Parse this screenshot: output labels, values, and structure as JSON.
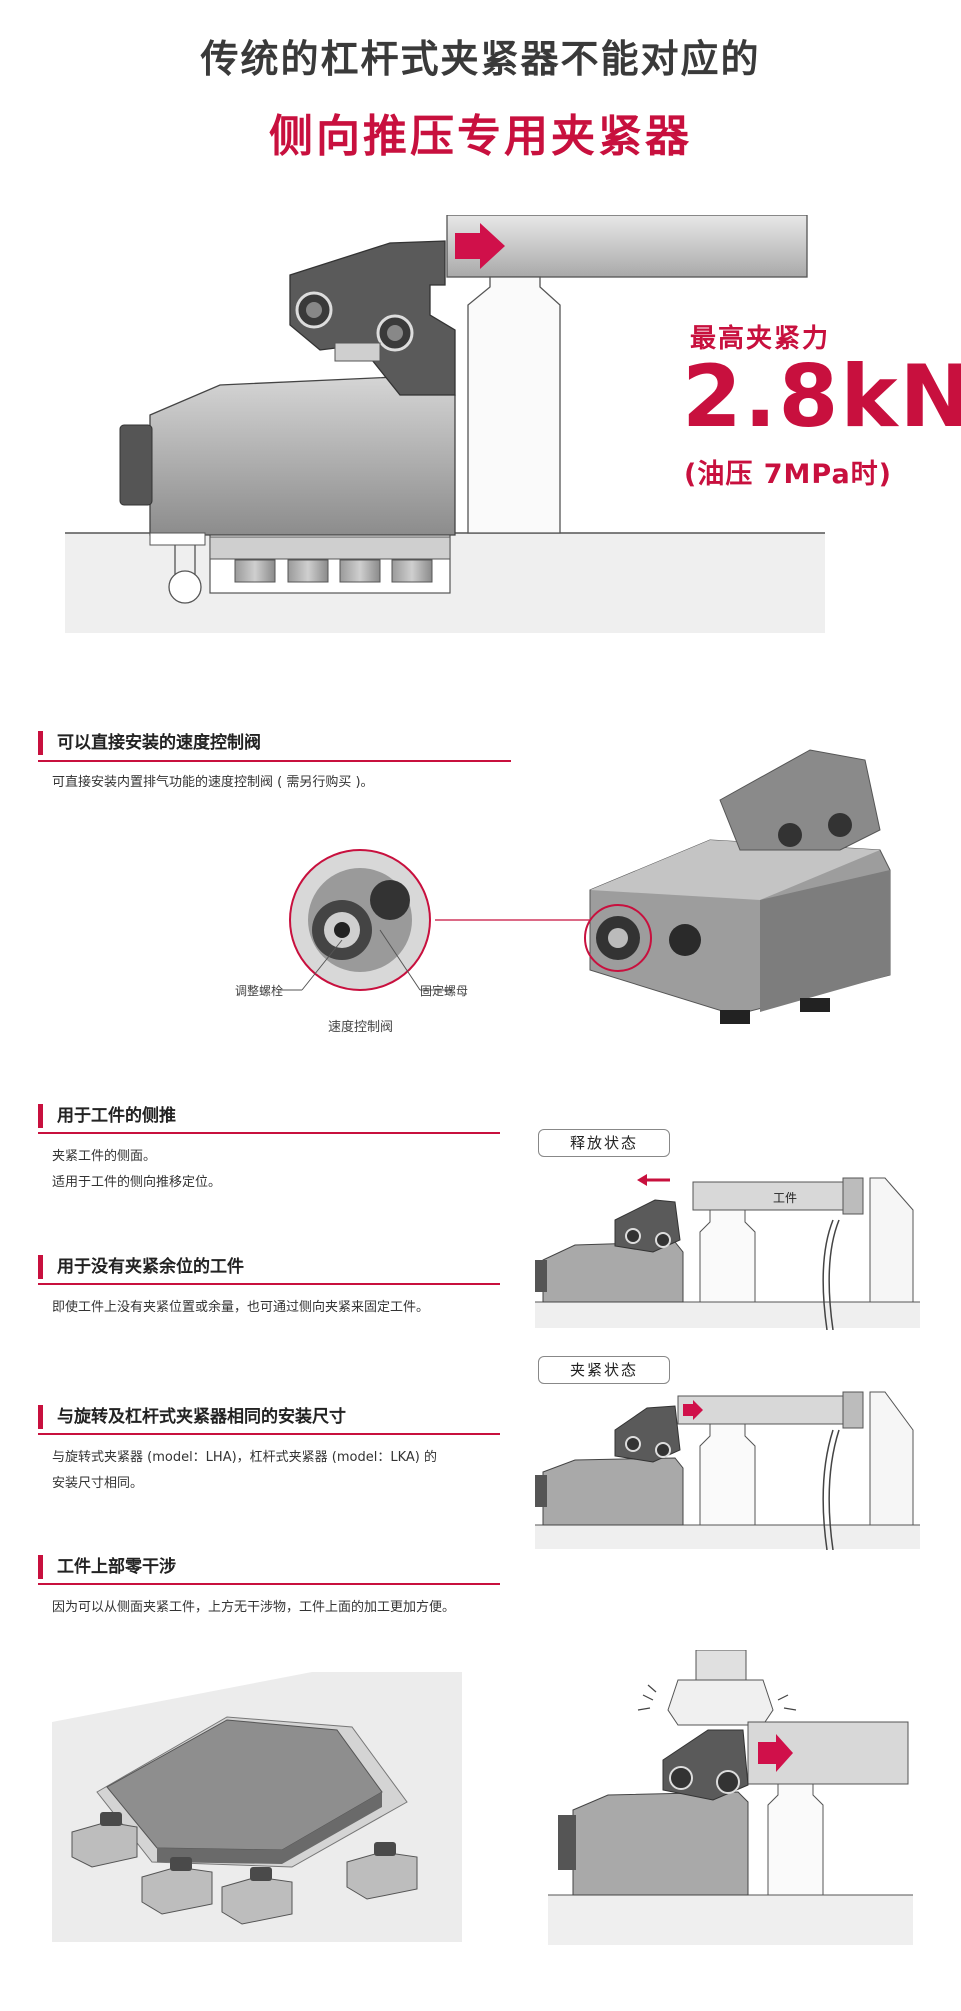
{
  "header": {
    "title_line1": "传统的杠杆式夹紧器不能对应的",
    "title_line2": "侧向推压专用夹紧器"
  },
  "hero": {
    "force_label": "最高夹紧力",
    "force_value": "2.8kN",
    "force_note": "(油压 7MPa时)"
  },
  "sections": {
    "valve": {
      "title": "可以直接安装的速度控制阀",
      "desc": "可直接安装内置排气功能的速度控制阀 ( 需另行购买 )。",
      "label_adjust": "调整螺栓",
      "label_nut": "固定螺母",
      "caption": "速度控制阀"
    },
    "side_push": {
      "title": "用于工件的侧推",
      "line1": "夹紧工件的侧面。",
      "line2": "适用于工件的侧向推移定位。"
    },
    "no_margin": {
      "title": "用于没有夹紧余位的工件",
      "desc": "即使工件上没有夹紧位置或余量，也可通过侧向夹紧来固定工件。"
    },
    "same_size": {
      "title": "与旋转及杠杆式夹紧器相同的安装尺寸",
      "line1": "与旋转式夹紧器 (model：LHA)，杠杆式夹紧器 (model：LKA) 的",
      "line2": "安装尺寸相同。"
    },
    "zero_interference": {
      "title": "工件上部零干涉",
      "desc": "因为可以从侧面夹紧工件，上方无干涉物，工件上面的加工更加方便。"
    }
  },
  "states": {
    "release": "释放状态",
    "clamp": "夹紧状态",
    "workpiece": "工件"
  },
  "colors": {
    "accent": "#c8103e",
    "metal": "#a7a7a7",
    "dark": "#4a4a4a"
  }
}
